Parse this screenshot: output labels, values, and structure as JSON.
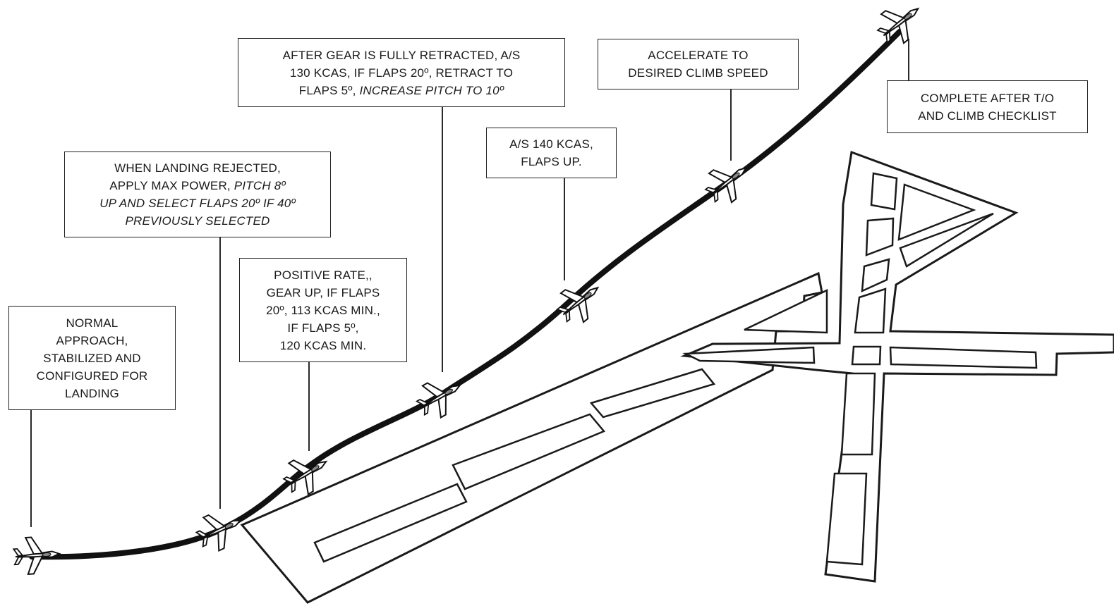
{
  "callouts": {
    "normal": {
      "lines": [
        "NORMAL",
        "APPROACH,",
        "STABILIZED AND",
        "CONFIGURED FOR",
        "LANDING"
      ]
    },
    "rejected": {
      "line1": "WHEN LANDING REJECTED,",
      "line2_plain": "APPLY MAX POWER, ",
      "line2_italic": "PITCH 8º",
      "line3_italic": "UP AND SELECT FLAPS 20º IF 40º",
      "line4_italic": "PREVIOUSLY SELECTED"
    },
    "positive": {
      "lines": [
        "POSITIVE RATE,,",
        "GEAR UP, IF FLAPS",
        "20º, 113 KCAS MIN.,",
        "IF FLAPS 5º,",
        "120 KCAS MIN."
      ]
    },
    "gear": {
      "line1": "AFTER GEAR IS FULLY RETRACTED, A/S",
      "line2": "130 KCAS, IF FLAPS 20º, RETRACT TO",
      "line3_plain": "FLAPS 5º, ",
      "line3_italic": "INCREASE PITCH TO 10º"
    },
    "flapsup": {
      "lines": [
        "A/S 140 KCAS,",
        "FLAPS UP."
      ]
    },
    "accel": {
      "lines": [
        "ACCELERATE TO",
        "DESIRED CLIMB SPEED"
      ]
    },
    "complete": {
      "lines": [
        "COMPLETE AFTER T/O",
        "AND CLIMB CHECKLIST"
      ]
    }
  }
}
